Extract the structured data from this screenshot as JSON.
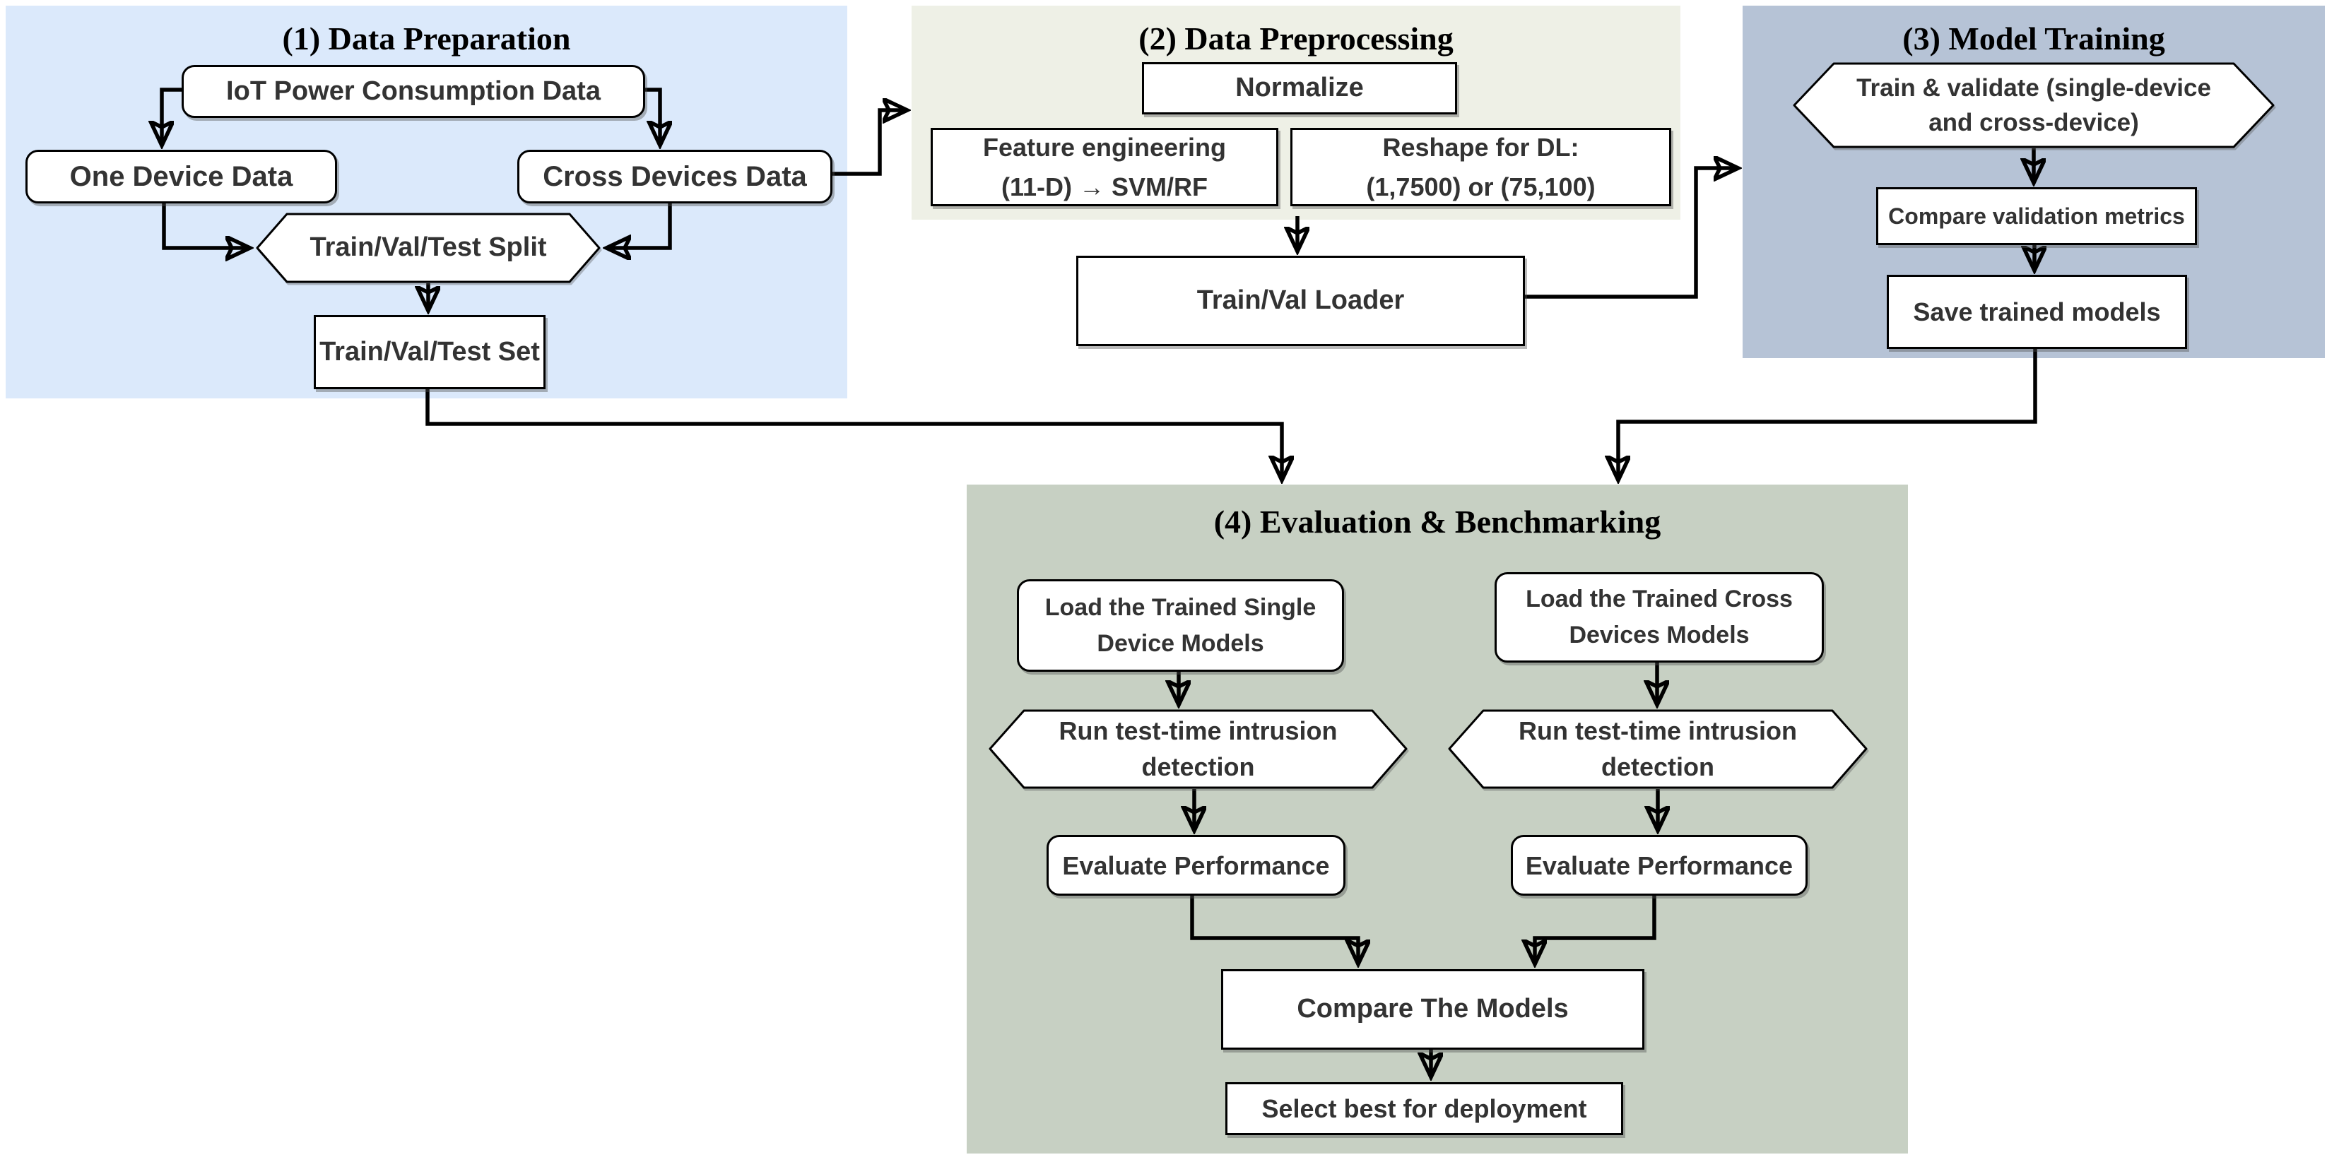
{
  "colors": {
    "panel1_bg": "#dbe9fb",
    "panel2_bg": "#eef0e6",
    "panel3_bg": "#b6c3d6",
    "panel4_bg": "#c7d0c3",
    "node_fill": "#ffffff",
    "node_border": "#000000",
    "arrow": "#000000",
    "label_text": "#333333",
    "title_text": "#000000"
  },
  "panels": {
    "data_preparation": {
      "title": "(1) Data Preparation"
    },
    "data_preprocessing": {
      "title": "(2) Data Preprocessing"
    },
    "model_training": {
      "title": "(3) Model Training"
    },
    "evaluation_benchmarking": {
      "title": "(4) Evaluation & Benchmarking"
    }
  },
  "nodes": {
    "iot_power": {
      "label": "IoT Power Consumption Data"
    },
    "one_device": {
      "label": "One Device Data"
    },
    "cross_devices": {
      "label": "Cross Devices Data"
    },
    "train_val_test_split": {
      "label": "Train/Val/Test Split"
    },
    "train_val_test_set": {
      "label": "Train/Val/Test Set"
    },
    "normalize": {
      "label": "Normalize"
    },
    "feature_engineering": {
      "line1": "Feature engineering",
      "line2": "(11-D) → SVM/RF"
    },
    "reshape_dl": {
      "line1": "Reshape for DL:",
      "line2": "(1,7500) or (75,100)"
    },
    "train_val_loader": {
      "label": "Train/Val Loader"
    },
    "train_validate": {
      "label": "Train & validate (single-device and cross-device)"
    },
    "compare_validation_metrics": {
      "label": "Compare validation metrics"
    },
    "save_trained_models": {
      "label": "Save trained models"
    },
    "load_single_models": {
      "label": "Load the Trained Single Device Models"
    },
    "load_cross_models": {
      "label": "Load the Trained Cross Devices Models"
    },
    "run_intrusion_left": {
      "label": "Run test-time intrusion detection"
    },
    "run_intrusion_right": {
      "label": "Run test-time intrusion detection"
    },
    "evaluate_performance_left": {
      "label": "Evaluate Performance"
    },
    "evaluate_performance_right": {
      "label": "Evaluate Performance"
    },
    "compare_models": {
      "label": "Compare The Models"
    },
    "select_best": {
      "label": "Select best for deployment"
    }
  }
}
